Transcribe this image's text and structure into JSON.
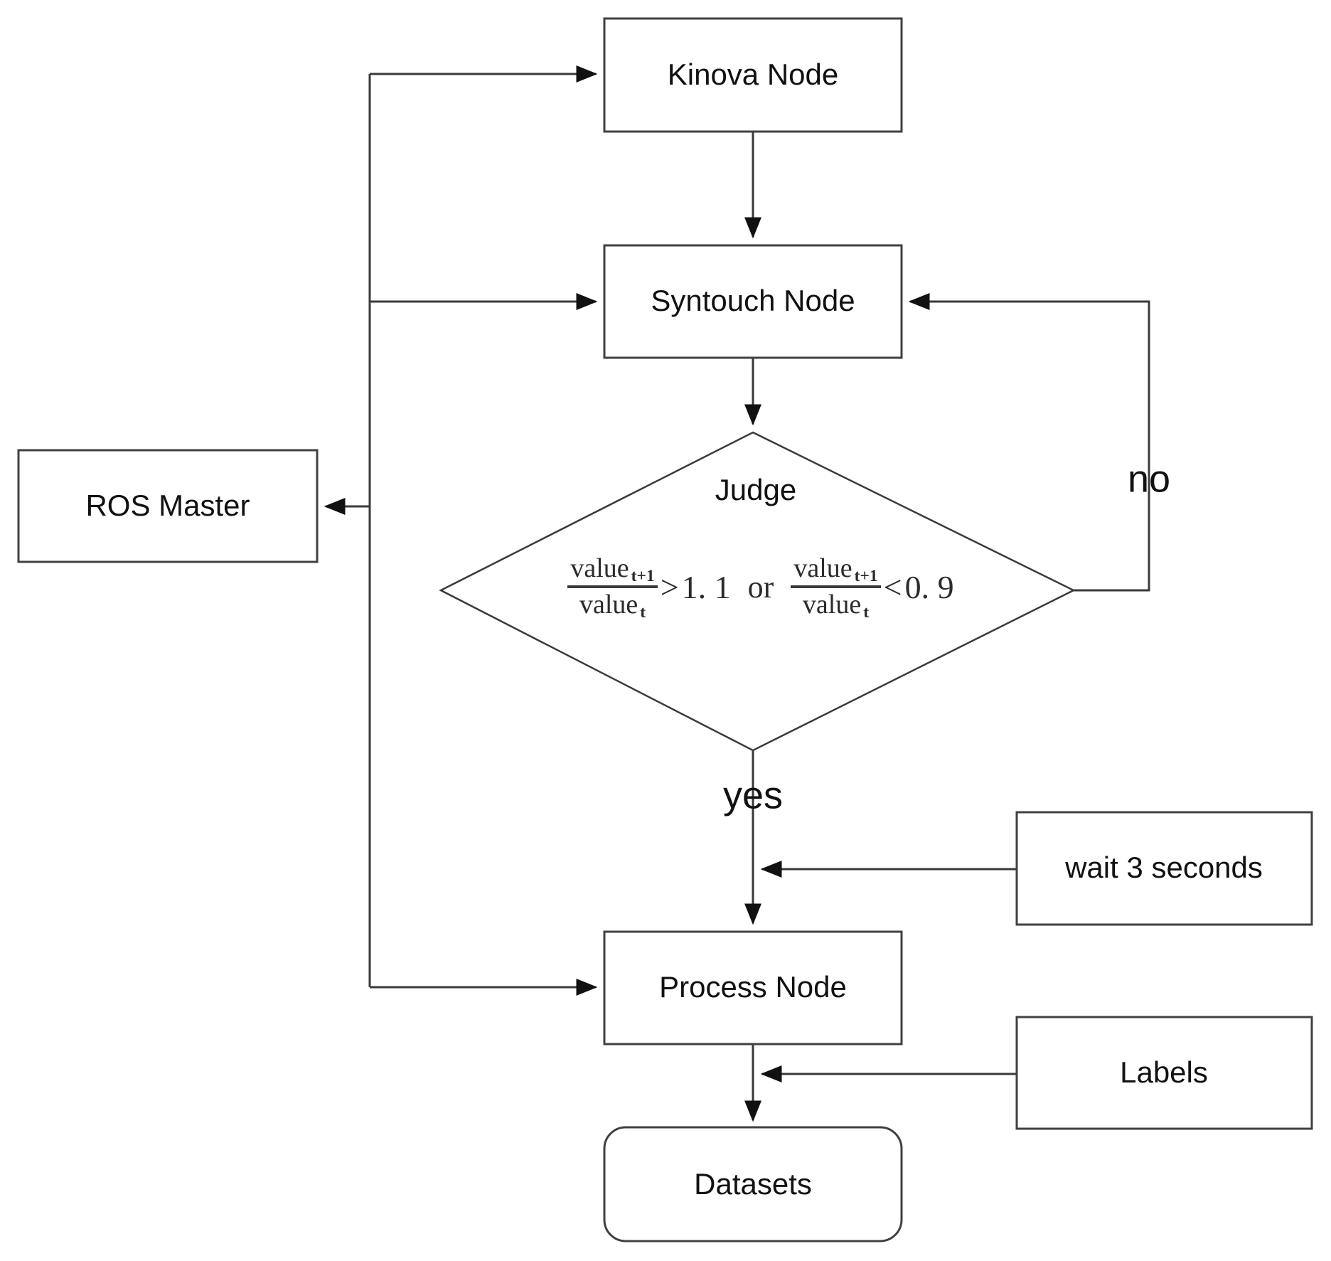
{
  "diagram": {
    "title": "ROS data-collection pipeline flowchart",
    "background": "#ffffff",
    "line_color": "#3a3a3a",
    "text_color": "#111111",
    "nodes": {
      "kinova": {
        "label": "Kinova Node",
        "shape": "rectangle"
      },
      "syntouch": {
        "label": "Syntouch Node",
        "shape": "rectangle"
      },
      "ros_master": {
        "label": "ROS Master",
        "shape": "rectangle"
      },
      "judge": {
        "label": "Judge",
        "shape": "diamond"
      },
      "process": {
        "label": "Process Node",
        "shape": "rectangle"
      },
      "wait": {
        "label": "wait 3 seconds",
        "shape": "rectangle"
      },
      "labels": {
        "label": "Labels",
        "shape": "rectangle"
      },
      "datasets": {
        "label": "Datasets",
        "shape": "rounded-rectangle"
      }
    },
    "branch_labels": {
      "no": "no",
      "yes": "yes"
    },
    "condition": {
      "left": {
        "numerator": "value",
        "numerator_sub": "t+1",
        "denominator": "value",
        "denominator_sub": "t",
        "operator": ">",
        "threshold": "1. 1"
      },
      "connective": "or",
      "right": {
        "numerator": "value",
        "numerator_sub": "t+1",
        "denominator": "value",
        "denominator_sub": "t",
        "operator": "<",
        "threshold": "0. 9"
      }
    },
    "edges": [
      {
        "from": "bus",
        "to": "kinova",
        "label": ""
      },
      {
        "from": "kinova",
        "to": "syntouch",
        "label": ""
      },
      {
        "from": "bus",
        "to": "syntouch",
        "label": ""
      },
      {
        "from": "bus",
        "to": "ros_master",
        "label": ""
      },
      {
        "from": "syntouch",
        "to": "judge",
        "label": ""
      },
      {
        "from": "judge",
        "to": "syntouch",
        "label": "no"
      },
      {
        "from": "judge",
        "to": "process",
        "label": "yes"
      },
      {
        "from": "wait",
        "to": "process",
        "label": ""
      },
      {
        "from": "bus",
        "to": "process",
        "label": ""
      },
      {
        "from": "process",
        "to": "datasets",
        "label": ""
      },
      {
        "from": "labels",
        "to": "datasets",
        "label": ""
      }
    ]
  }
}
